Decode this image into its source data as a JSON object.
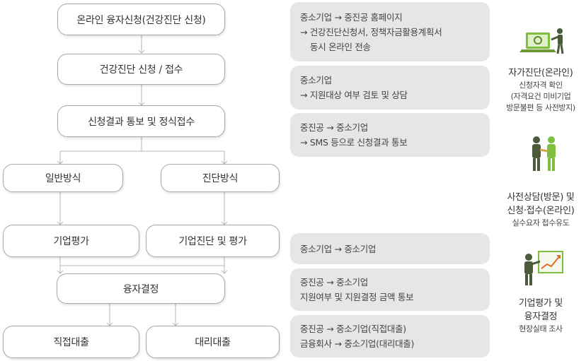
{
  "flow": {
    "step_apply": "온라인 융자신청(건강진단 신청)",
    "step_receive": "건강진단 신청 / 접수",
    "step_notice": "신청결과 통보 및 정식접수",
    "branch_general": "일반방식",
    "branch_diagnosis": "진단방식",
    "step_eval": "기업평가",
    "step_diag_eval": "기업진단 및 평가",
    "step_decision": "융자결정",
    "step_direct": "직접대출",
    "step_agency": "대리대출"
  },
  "descriptions": {
    "apply": [
      "중소기업  → 중진공 홈페이지",
      "→ 건강진단신청서, 정책자금활용계획서",
      "   동시 온라인 전송"
    ],
    "receive": [
      "중소기업",
      "→ 지원대상 여부 검토 및 상담"
    ],
    "notice": [
      "중진공 → 중소기업",
      "→ SMS 등으로 신청결과 통보"
    ],
    "eval": [
      "중소기업 → 중소기업"
    ],
    "decision": [
      "중진공 → 중소기업",
      "지원여부 및 지원결정 금액 통보"
    ],
    "loan": [
      "중진공 → 중소기업(직접대출)",
      "금융회사 → 중소기업(대리대출)"
    ]
  },
  "side_notes": {
    "self_check": {
      "icon": "laptop-person-icon",
      "title": "자가진단(온라인)",
      "sub": [
        "신청자격 확인",
        "(자격요건 미비기업",
        "방문불편 등 사전방지)"
      ]
    },
    "consult": {
      "icon": "handshake-icon",
      "title": [
        "사전상담(방문) 및",
        "신청·접수(온라인)"
      ],
      "sub": [
        "실수요자 접수유도"
      ]
    },
    "evaluation": {
      "icon": "chart-presentation-icon",
      "title": [
        "기업평가 및",
        "융자결정"
      ],
      "sub": [
        "현장실태 조사"
      ]
    }
  },
  "colors": {
    "box_border": "#a9a9a9",
    "desc_bg": "#e6e6e6",
    "line": "#b5b5b5",
    "icon_green": "#7fbf3f",
    "icon_dark": "#4a5a3a"
  }
}
